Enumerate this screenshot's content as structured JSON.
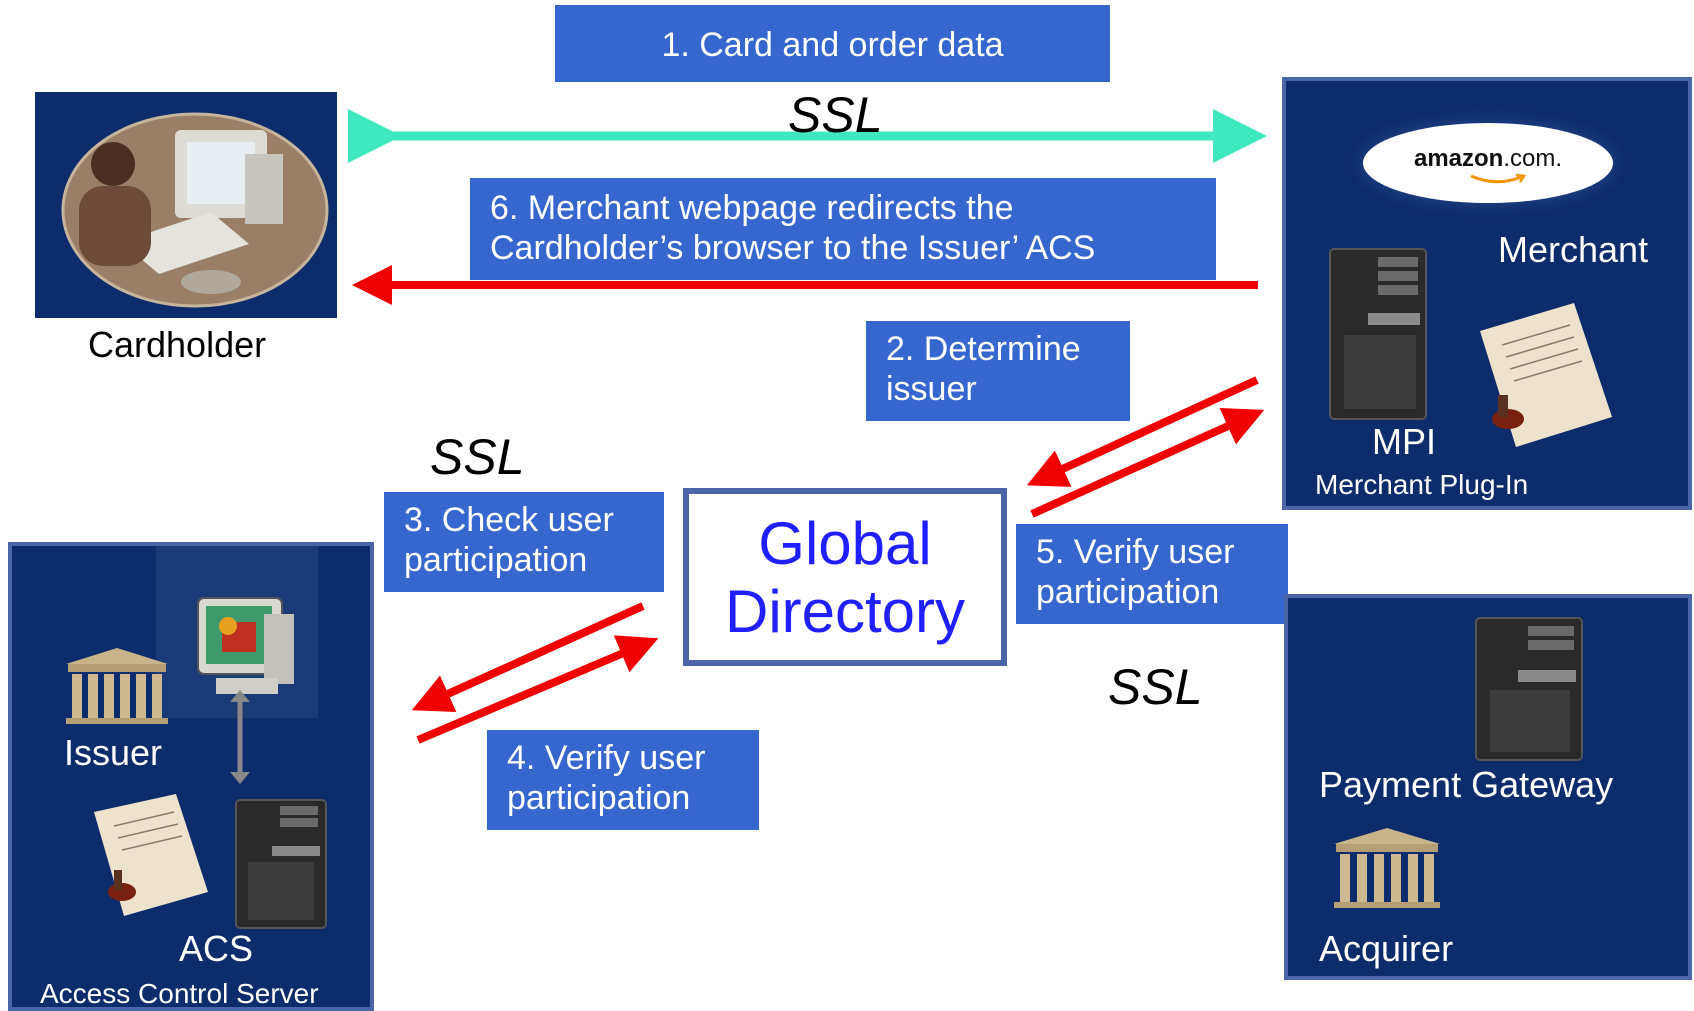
{
  "steps": {
    "step1": "1. Card and order data",
    "step2_line1": "2. Determine",
    "step2_line2": "issuer",
    "step3_line1": "3. Check user",
    "step3_line2": "participation",
    "step4_line1": "4. Verify user",
    "step4_line2": "participation",
    "step5_line1": "5. Verify user",
    "step5_line2": "participation",
    "step6_line1": "6. Merchant webpage redirects the",
    "step6_line2": "Cardholder’s browser to the Issuer’ ACS"
  },
  "ssl_label": "SSL",
  "cardholder": {
    "label": "Cardholder"
  },
  "merchant": {
    "logo_text_main": "amazon",
    "logo_text_suffix": ".com.",
    "label": "Merchant",
    "mpi": "MPI",
    "mpi_full": "Merchant Plug-In"
  },
  "directory": {
    "line1": "Global",
    "line2": "Directory"
  },
  "issuer": {
    "label": "Issuer",
    "acs": "ACS",
    "acs_full": "Access Control Server"
  },
  "acquirer_panel": {
    "gateway": "Payment Gateway",
    "acquirer": "Acquirer"
  },
  "colors": {
    "ssl_arrow": "#40e8c0",
    "flow_arrow": "#f00000",
    "step_box": "#3567cf",
    "panel": "#0d2c6b",
    "directory_text": "#1f1fff"
  }
}
